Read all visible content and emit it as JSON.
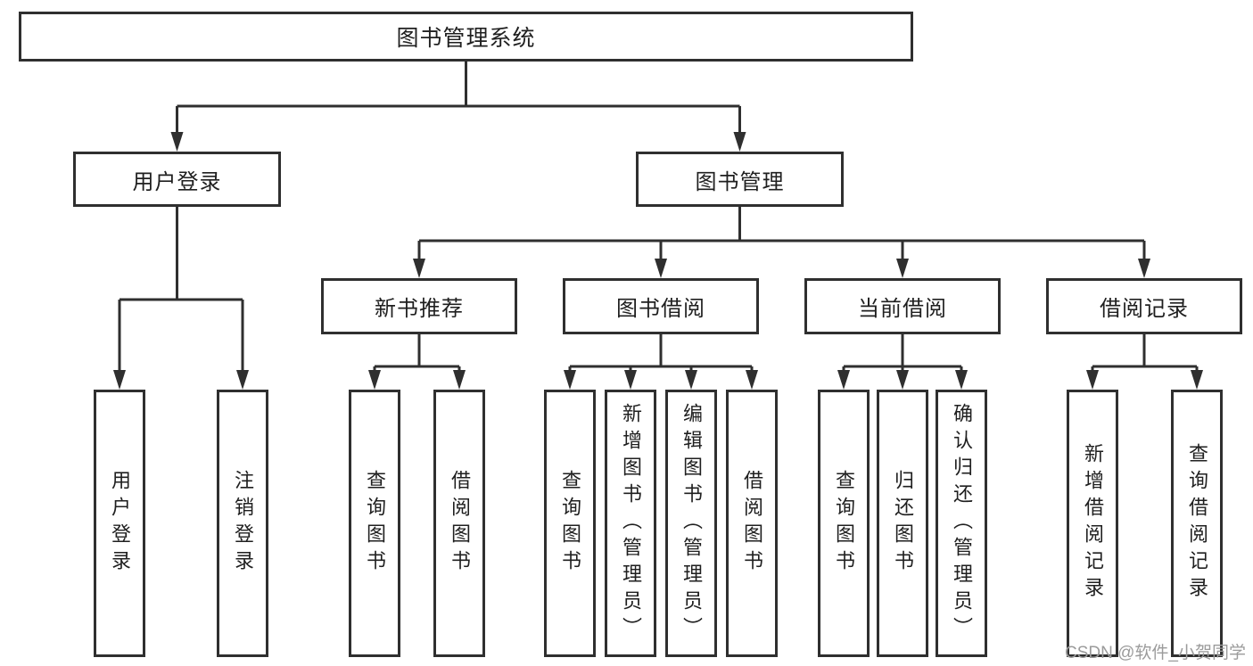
{
  "diagram": {
    "root": {
      "label": "图书管理系统"
    },
    "level2": [
      {
        "label": "用户登录"
      },
      {
        "label": "图书管理"
      }
    ],
    "level3": [
      {
        "label": "新书推荐"
      },
      {
        "label": "图书借阅"
      },
      {
        "label": "当前借阅"
      },
      {
        "label": "借阅记录"
      }
    ],
    "leaves": [
      {
        "label": "用户登录"
      },
      {
        "label": "注销登录"
      },
      {
        "label": "查询图书"
      },
      {
        "label": "借阅图书"
      },
      {
        "label": "查询图书"
      },
      {
        "label": "新增图书（管理员）"
      },
      {
        "label": "编辑图书（管理员）"
      },
      {
        "label": "借阅图书"
      },
      {
        "label": "查询图书"
      },
      {
        "label": "归还图书"
      },
      {
        "label": "确认归还（管理员）"
      },
      {
        "label": "新增借阅记录"
      },
      {
        "label": "查询借阅记录"
      }
    ]
  },
  "watermark": {
    "text": "CSDN @软件_小贺同学"
  },
  "colors": {
    "line": "#2f2f2f",
    "text": "#1f1f1f",
    "watermark": "#9b9b9b",
    "background": "#ffffff"
  }
}
